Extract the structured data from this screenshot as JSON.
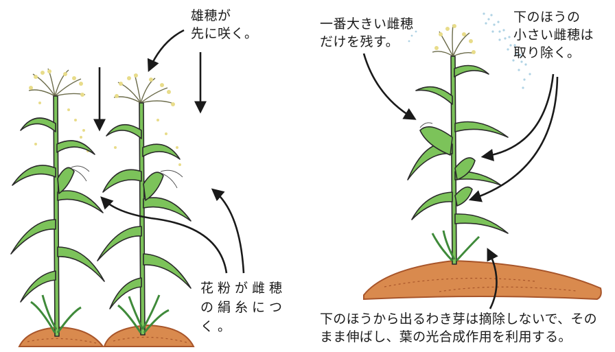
{
  "labels": {
    "male_flower": "雄穂が\n先に咲く。",
    "largest_ear": "一番大きい雌穂\nだけを残す。",
    "remove_small": "下のほうの\n小さい雌穂は\n取り除く。",
    "pollen_silk": "花粉が雌穂\nの絹糸につ\nく。",
    "suckers": "下のほうから出るわき芽は摘除しないで、その\nまま伸ばし、葉の光合成作用を利用する。"
  },
  "colors": {
    "leaf": "#7cc35a",
    "leaf_dark": "#3f8a3a",
    "outline": "#2a2a2a",
    "soil": "#d98a4e",
    "soil_dark": "#a8552a",
    "tassel": "#e8dc8a",
    "spray": "#9cc7de"
  }
}
